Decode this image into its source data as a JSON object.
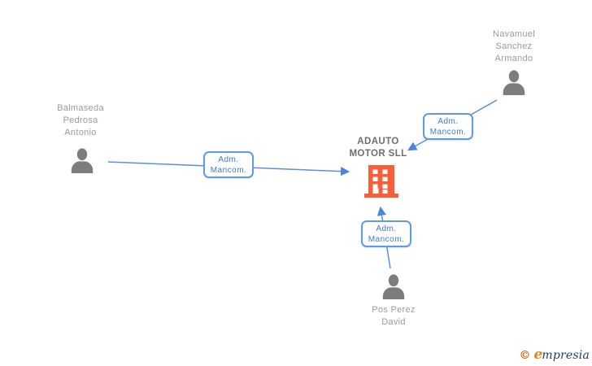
{
  "company": {
    "name": "ADAUTO MOTOR SLL",
    "line1": "ADAUTO",
    "line2": "MOTOR SLL"
  },
  "people": [
    {
      "name": "Balmaseda Pedrosa Antonio",
      "lines": [
        "Balmaseda",
        "Pedrosa",
        "Antonio"
      ]
    },
    {
      "name": "Navamuel Sanchez Armando",
      "lines": [
        "Navamuel",
        "Sanchez",
        "Armando"
      ]
    },
    {
      "name": "Pos Perez David",
      "lines": [
        "Pos Perez",
        "David"
      ]
    }
  ],
  "relations": [
    {
      "line1": "Adm.",
      "line2": "Mancom."
    },
    {
      "line1": "Adm.",
      "line2": "Mancom."
    },
    {
      "line1": "Adm.",
      "line2": "Mancom."
    }
  ],
  "watermark": {
    "copyright_symbol": "©",
    "brand_initial": "e",
    "brand_rest": "mpresia"
  },
  "colors": {
    "building_orange": "#F75F38",
    "link_blue": "#5A8FE0",
    "arrow_blue": "#4A86E0",
    "box_border_blue": "#5E9BE8",
    "box_text_blue": "#3D7AD4",
    "person_gray": "#7D7D7D",
    "name_gray": "#9B9B9B",
    "company_gray": "#6E6E6E",
    "logo_orange": "#E8821E",
    "logo_navy": "#1E3A68"
  }
}
